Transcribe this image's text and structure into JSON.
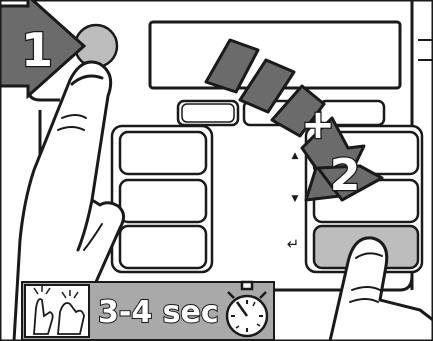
{
  "steps": {
    "step1_label": "1",
    "step2_label": "2",
    "plus_symbol": "+"
  },
  "side_glyphs": {
    "up": "▲",
    "down": "▼",
    "enter": "↵"
  },
  "instruction": {
    "duration_text": "3-4 sec",
    "gesture_icon": "finger-press-icon",
    "timer_icon": "stopwatch-icon"
  },
  "colors": {
    "outline": "#1a1a1a",
    "arrow_fill": "#6b6b6b",
    "circle_button": "#bdbdbd",
    "highlight_button": "#bdbdbd",
    "footer_band": "#a9a9a9",
    "white": "#ffffff"
  }
}
